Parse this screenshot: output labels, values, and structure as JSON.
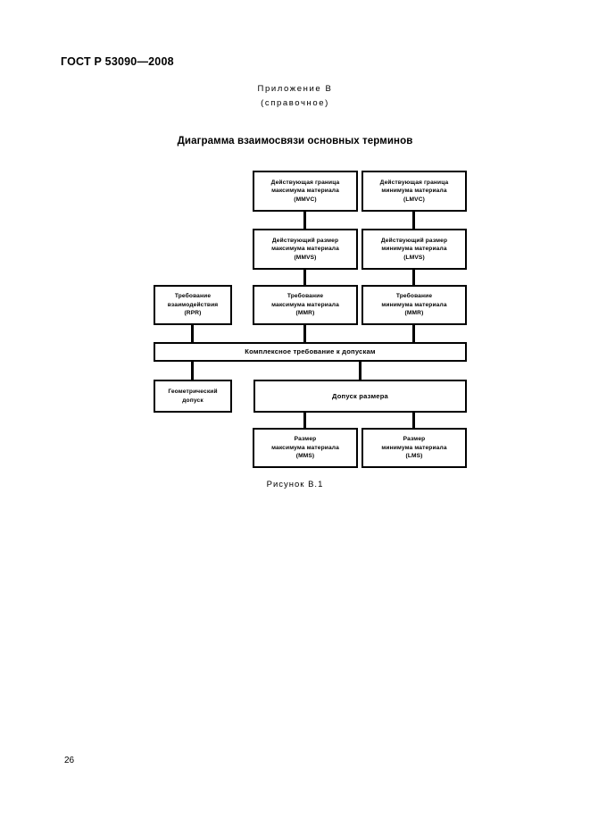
{
  "document": {
    "standard_header": "ГОСТ Р 53090—2008",
    "page_number": "26",
    "annex_title": "Приложение В",
    "annex_subtitle": "(справочное)",
    "figure_title": "Диаграмма взаимосвязи основных терминов",
    "figure_caption": "Рисунок В.1"
  },
  "diagram": {
    "nodes": {
      "mmvc": {
        "line1": "Действующая граница",
        "line2": "максимума материала",
        "line3": "(MMVC)"
      },
      "lmvc": {
        "line1": "Действующая граница",
        "line2": "минимума материала",
        "line3": "(LMVC)"
      },
      "mmvs": {
        "line1": "Действующий размер",
        "line2": "максимума материала",
        "line3": "(MMVS)"
      },
      "lmvs": {
        "line1": "Действующий размер",
        "line2": "минимума материала",
        "line3": "(LMVS)"
      },
      "rpr": {
        "line1": "Требование",
        "line2": "взаимодействия",
        "line3": "(RPR)"
      },
      "mmr": {
        "line1": "Требование",
        "line2": "максимума материала",
        "line3": "(MMR)"
      },
      "lmr": {
        "line1": "Требование",
        "line2": "минимума материала",
        "line3": "(MMR)"
      },
      "complex": {
        "line1": "Комплексное требование к допускам"
      },
      "geom": {
        "line1": "Геометрический",
        "line2": "допуск"
      },
      "size_tol": {
        "line1": "Допуск размера"
      },
      "mms": {
        "line1": "Размер",
        "line2": "максимума материала",
        "line3": "(MMS)"
      },
      "lms": {
        "line1": "Размер",
        "line2": "минимума материала",
        "line3": "(LMS)"
      }
    }
  }
}
